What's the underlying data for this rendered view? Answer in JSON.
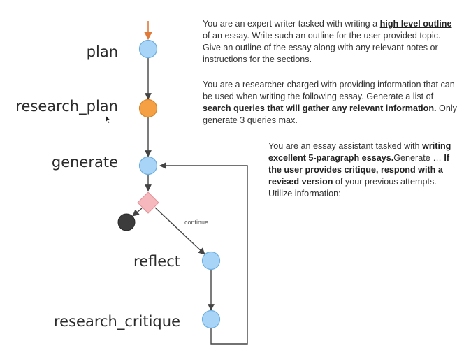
{
  "nodes": {
    "plan": "plan",
    "research_plan": "research_plan",
    "generate": "generate",
    "reflect": "reflect",
    "research_critique": "research_critique"
  },
  "edge_labels": {
    "continue": "continue"
  },
  "colors": {
    "node_blue": "#a8d5f7",
    "node_orange": "#f5a043",
    "decision_pink": "#f6b8bd",
    "end_dark": "#3c3c3c",
    "entry_arrow": "#e07a3a",
    "edge": "#444444"
  },
  "prompts": {
    "plan": {
      "t1": "You are an expert writer tasked with writing a ",
      "b1": "high level outline ",
      "t2": "of an essay. Write such an outline for the user provided topic. Give an outline of the essay along with any relevant notes or instructions for the sections."
    },
    "research_plan": {
      "t1": "You are a researcher charged with providing information that can be used when writing the following essay. Generate a list of ",
      "b1": "search queries that will gather any relevant information.",
      "t2": " Only generate 3 queries max."
    },
    "generate": {
      "t1": "You are an essay assistant tasked with ",
      "b1": "writing excellent 5-paragraph essays.",
      "t2": "Generate … ",
      "b2": "If the user provides critique, respond with a revised version",
      "t3": " of your previous attempts. Utilize information:"
    }
  }
}
